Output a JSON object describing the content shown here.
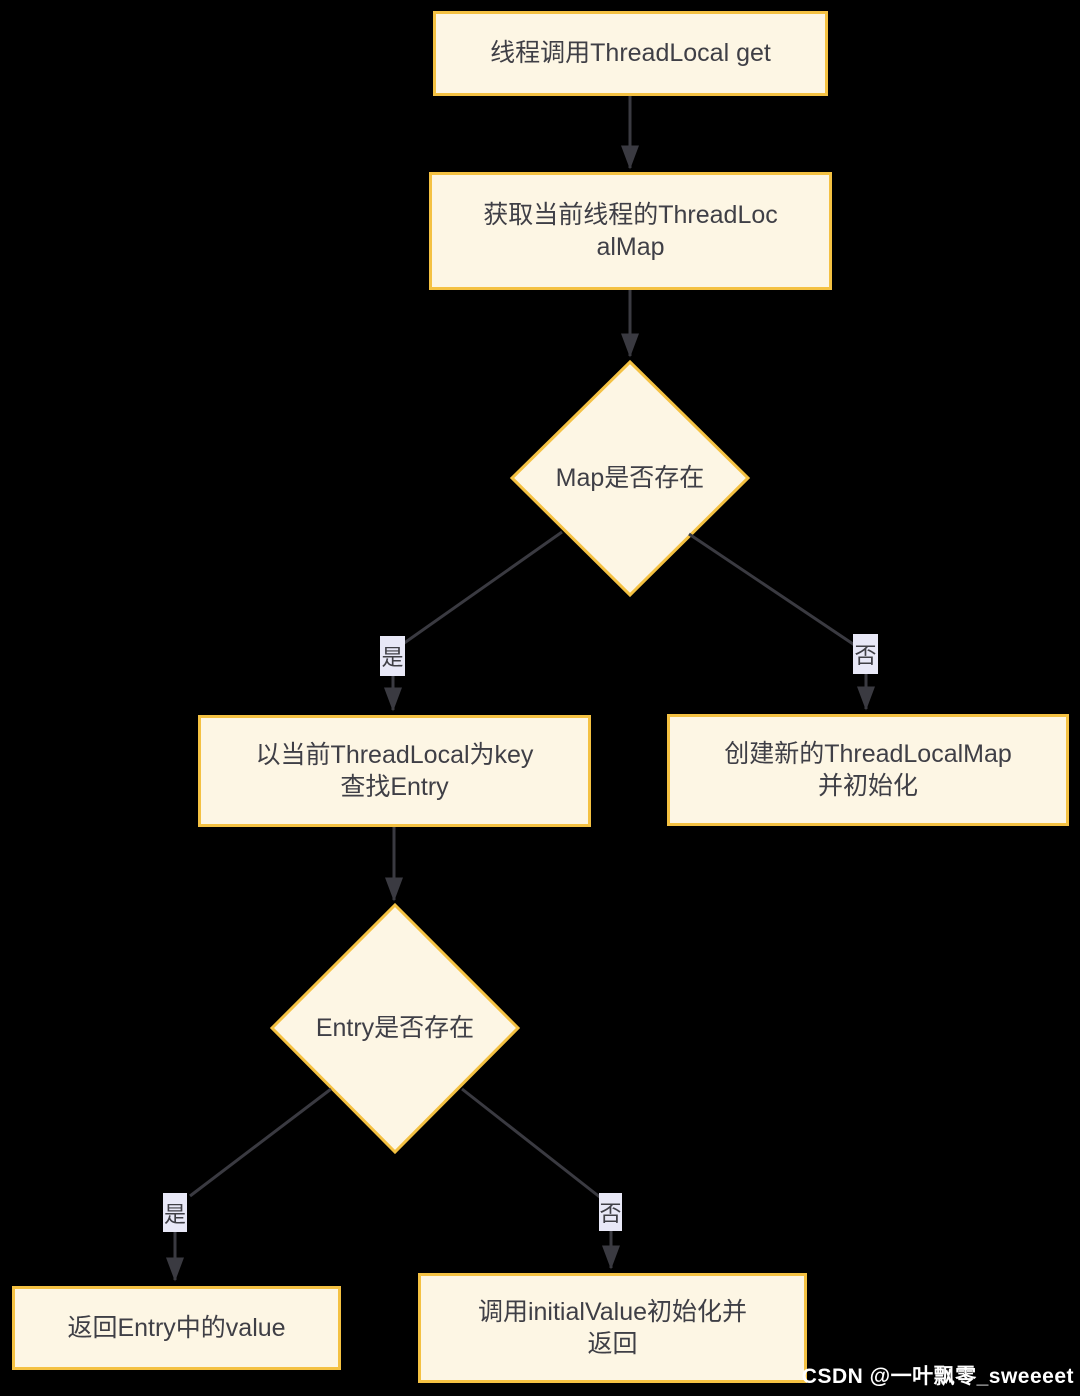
{
  "diagram": {
    "title_semantic": "ThreadLocal get flowchart",
    "nodes": {
      "start": {
        "label": "线程调用ThreadLocal get"
      },
      "get_map": {
        "label": "获取当前线程的ThreadLoc\nalMap"
      },
      "map_exists": {
        "label": "Map是否存在"
      },
      "find_entry": {
        "label": "以当前ThreadLocal为key\n查找Entry"
      },
      "create_map": {
        "label": "创建新的ThreadLocalMap\n并初始化"
      },
      "entry_exists": {
        "label": "Entry是否存在"
      },
      "return_value": {
        "label": "返回Entry中的value"
      },
      "initial_value": {
        "label": "调用initialValue初始化并\n返回"
      }
    },
    "edge_labels": {
      "map_yes": "是",
      "map_no": "否",
      "entry_yes": "是",
      "entry_no": "否"
    },
    "colors": {
      "background": "#000000",
      "node_fill": "#fdf6e4",
      "node_border": "#f4c142",
      "node_text": "#3f3f46",
      "edge_label_bg": "#e8e8f7",
      "arrow": "#3a3a41",
      "watermark_text": "#ffffff"
    }
  },
  "watermark": {
    "text": "CSDN @一叶飘零_sweeeet"
  }
}
